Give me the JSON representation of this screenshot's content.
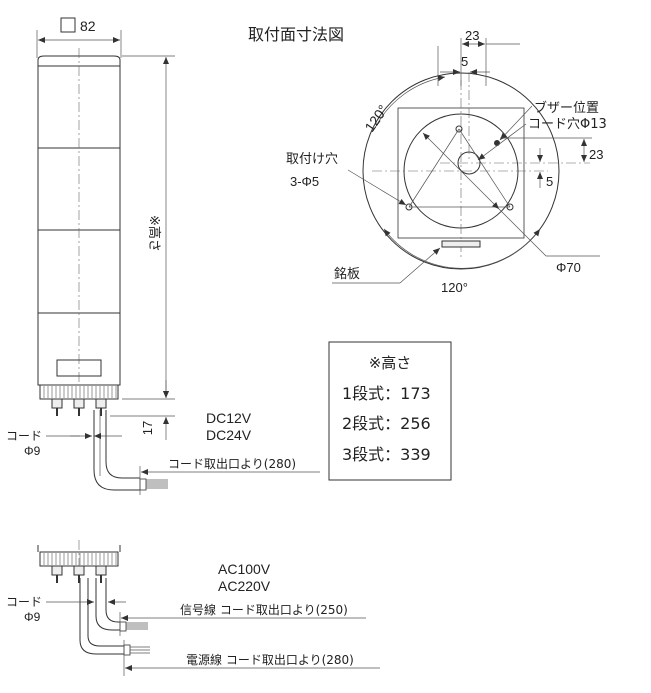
{
  "colors": {
    "line": "#333333",
    "text": "#222222",
    "fill": "#eeeeee"
  },
  "top_view": {
    "square_symbol": "□",
    "square_size": "82",
    "height_note": "※高さ",
    "cord_gap": "17",
    "voltage_dc": [
      "DC12V",
      "DC24V"
    ],
    "cord_label": "コード",
    "cord_diameter": "Φ9",
    "cord_length": "コード取出口より(280)"
  },
  "mounting": {
    "title": "取付面寸法図",
    "dim_23_top": "23",
    "dim_5_top": "5",
    "angle_top": "120°",
    "buzzer": "ブザー位置",
    "cord_hole": "コード穴Φ13",
    "dim_23_side": "23",
    "dim_5_side": "5",
    "mount_hole": "取付け穴",
    "mount_hole_spec": "3-Φ5",
    "nameplate": "銘板",
    "diameter": "Φ70",
    "angle_bottom": "120°"
  },
  "height_table": {
    "title": "※高さ",
    "rows": [
      "1段式：173",
      "2段式：256",
      "3段式：339"
    ]
  },
  "ac_view": {
    "voltage_ac": [
      "AC100V",
      "AC220V"
    ],
    "cord_label": "コード",
    "cord_diameter": "Φ9",
    "signal_cord": "信号線 コード取出口より(250)",
    "power_cord": "電源線 コード取出口より(280)"
  }
}
